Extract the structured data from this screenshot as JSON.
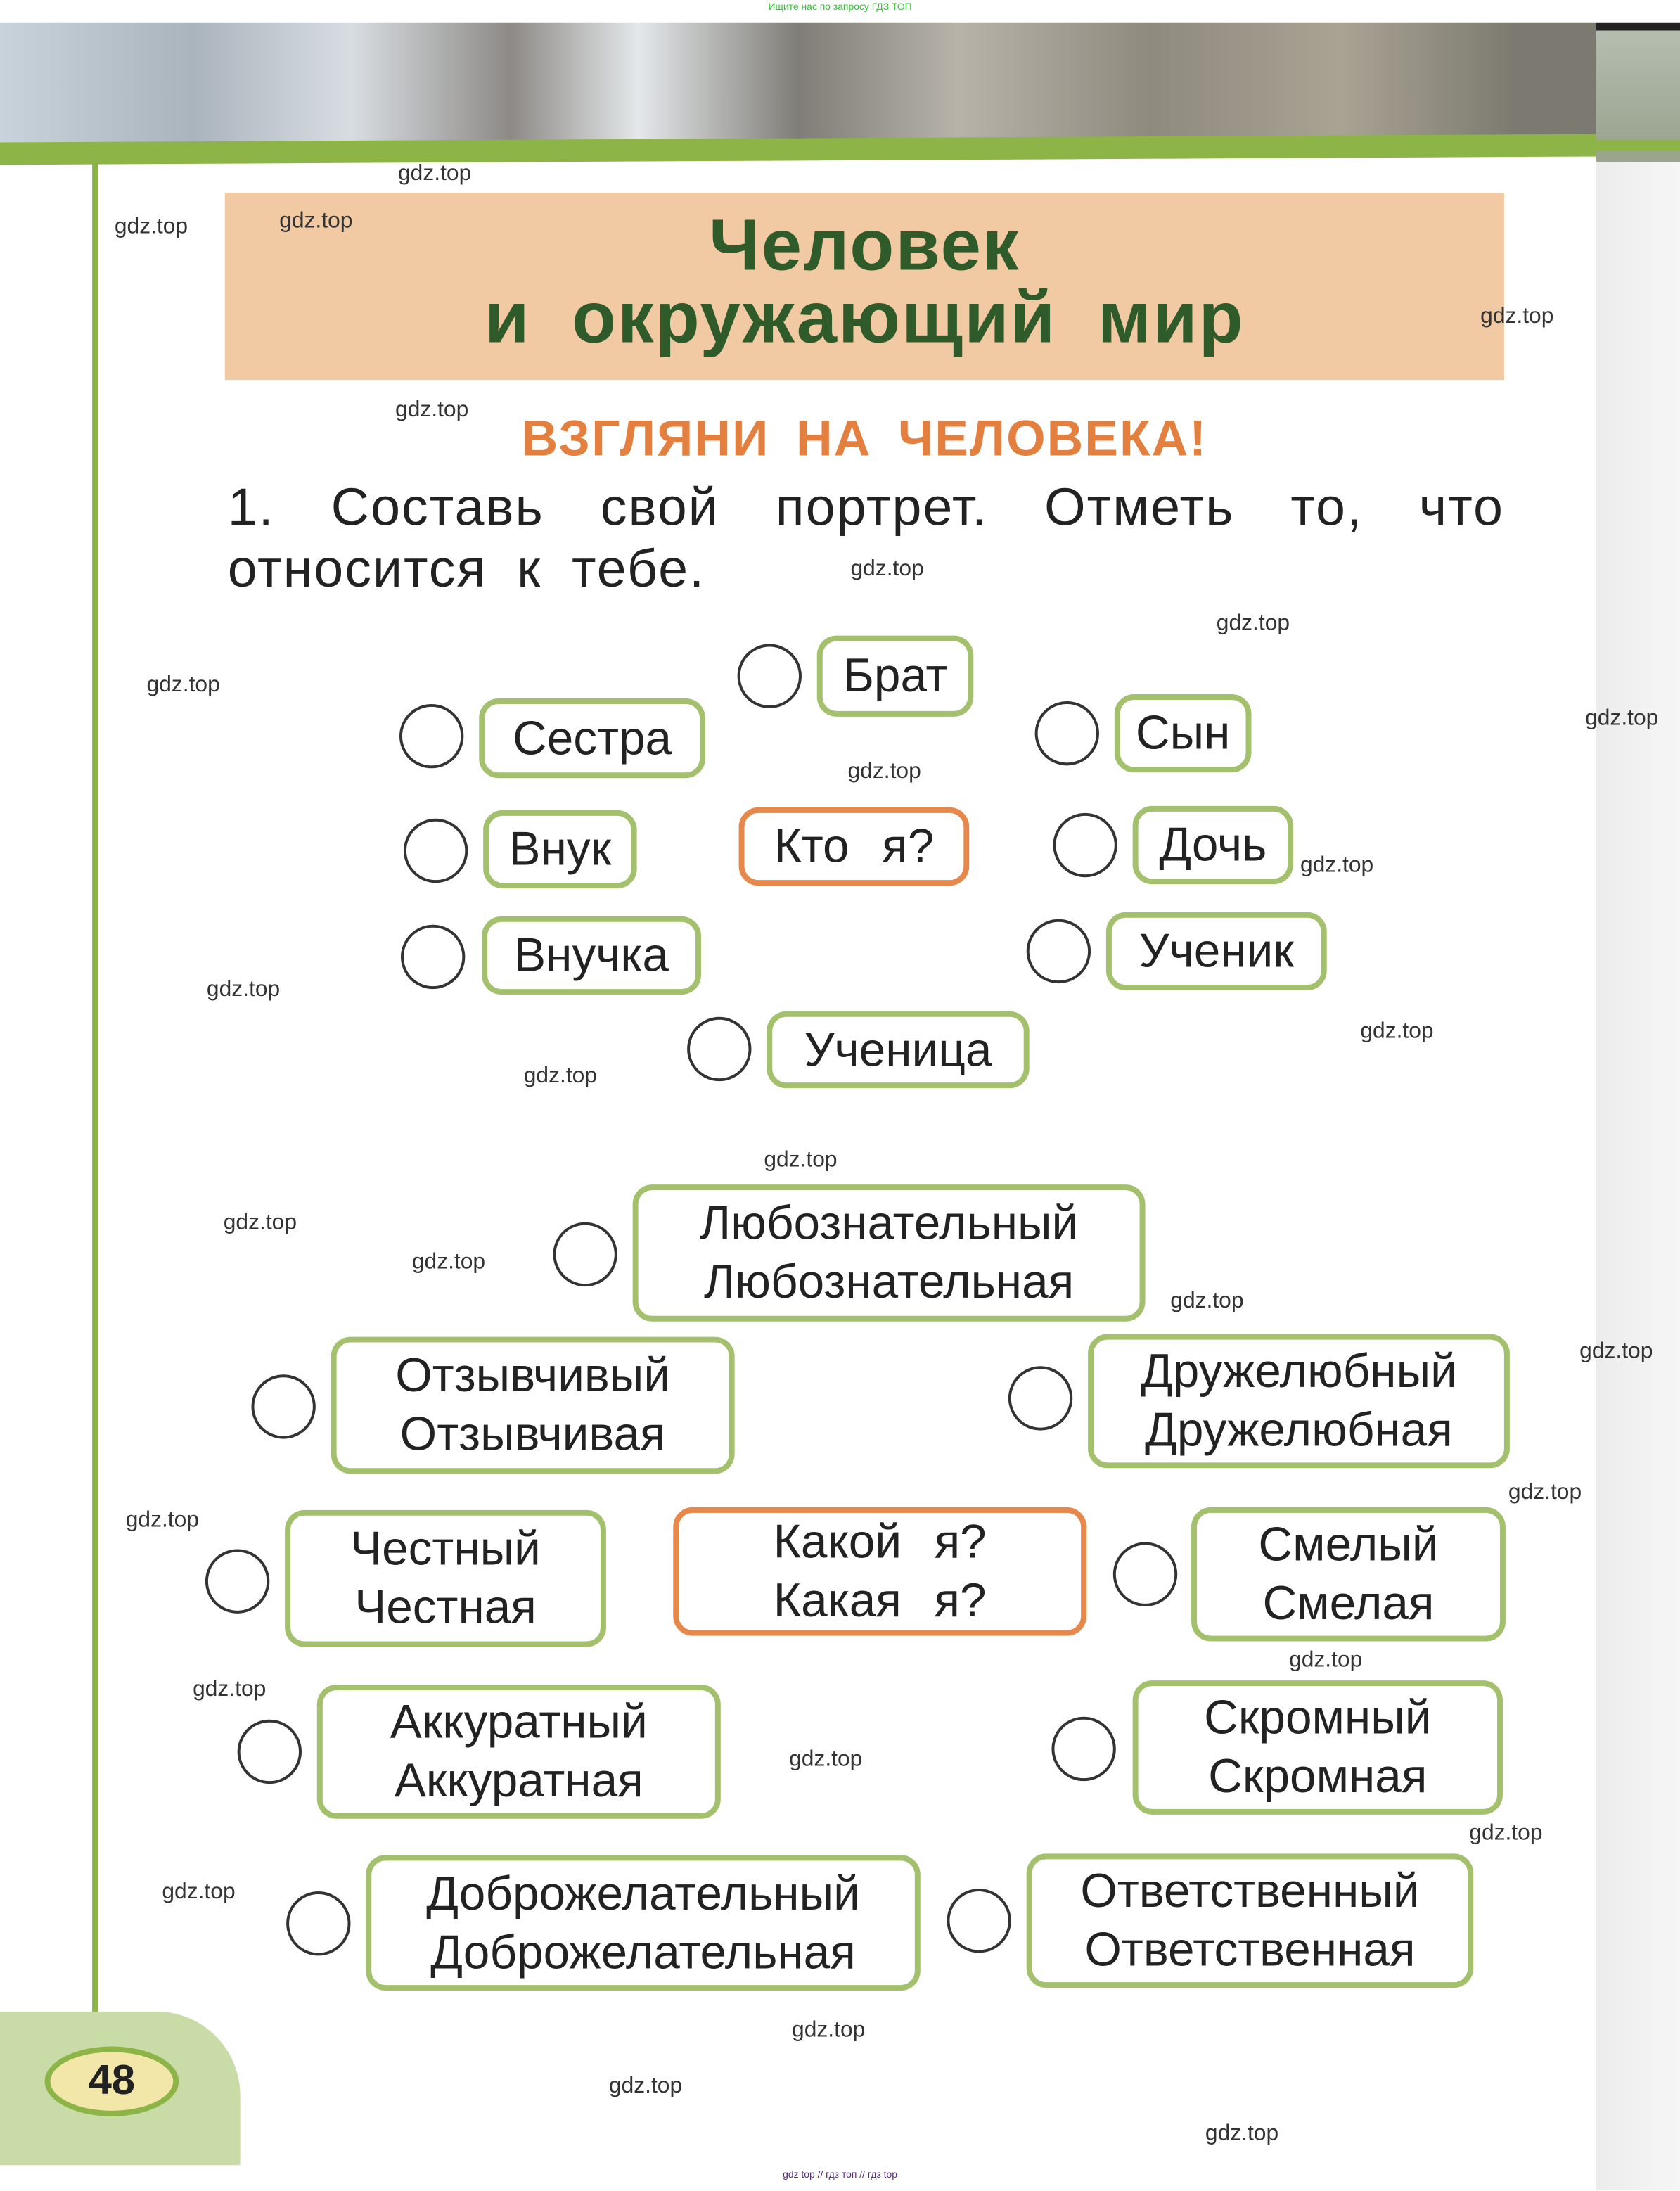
{
  "top_note": "Ищите нас по запросу ГДЗ ТОП",
  "footer_note": "gdz top // гдз топ // гдз top",
  "page_number": "48",
  "title": {
    "line1": "Человек",
    "line2": "и окружающий мир"
  },
  "subtitle": "ВЗГЛЯНИ НА ЧЕЛОВЕКА!",
  "task": {
    "line1": "1. Составь свой портрет. Отметь то, что",
    "line2": "относится к тебе."
  },
  "who_group": {
    "center": "Кто я?",
    "options": [
      "Брат",
      "Сестра",
      "Сын",
      "Внук",
      "Дочь",
      "Внучка",
      "Ученик",
      "Ученица"
    ]
  },
  "which_group": {
    "center": [
      "Какой я?",
      "Какая я?"
    ],
    "options": [
      [
        "Любознательный",
        "Любознательная"
      ],
      [
        "Отзывчивый",
        "Отзывчивая"
      ],
      [
        "Дружелюбный",
        "Дружелюбная"
      ],
      [
        "Честный",
        "Честная"
      ],
      [
        "Смелый",
        "Смелая"
      ],
      [
        "Аккуратный",
        "Аккуратная"
      ],
      [
        "Скромный",
        "Скромная"
      ],
      [
        "Доброжелательный",
        "Доброжелательная"
      ],
      [
        "Ответственный",
        "Ответственная"
      ]
    ]
  },
  "watermark": "gdz.top",
  "colors": {
    "accent_green": "#8db446",
    "box_border": "#a3c06d",
    "orange": "#e8874a",
    "title_bg": "#f1c9a2",
    "title_text": "#2f5a2a"
  }
}
